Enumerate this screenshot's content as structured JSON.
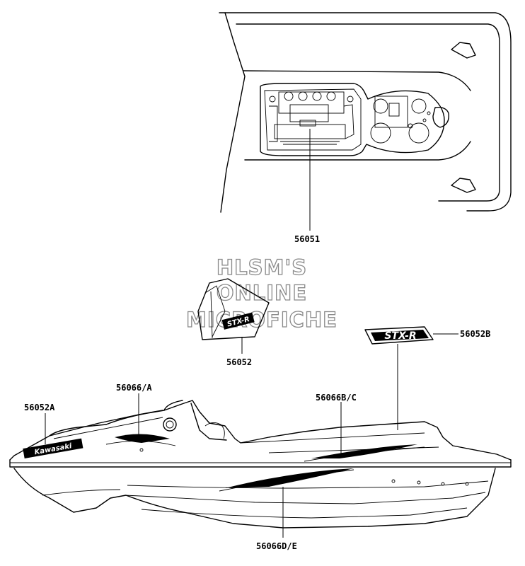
{
  "watermark": {
    "line1": "HLSM'S",
    "line2": "ONLINE",
    "line3": "MICROFICHE"
  },
  "parts": [
    {
      "id": "p1",
      "label": "56051"
    },
    {
      "id": "p2",
      "label": "56052"
    },
    {
      "id": "p3",
      "label": "56052B"
    },
    {
      "id": "p4",
      "label": "56066/A"
    },
    {
      "id": "p5",
      "label": "56052A"
    },
    {
      "id": "p6",
      "label": "56066B/C"
    },
    {
      "id": "p7",
      "label": "56066D/E"
    }
  ],
  "decals": {
    "model_badge": "STX-R",
    "brand_side": "Kawasaki"
  },
  "colors": {
    "ink": "#000000",
    "watermark_outline": "#8a8a8a",
    "background": "#ffffff"
  }
}
